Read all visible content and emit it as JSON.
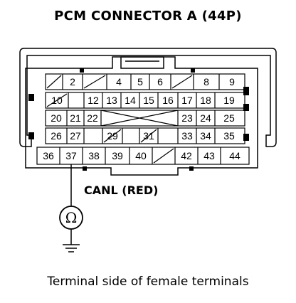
{
  "title": "PCM CONNECTOR A (44P)",
  "caption": "Terminal side of female terminals",
  "wire_label": "CANL (RED)",
  "meter_symbol": "Ω",
  "pins": {
    "p2": "2",
    "p4": "4",
    "p5": "5",
    "p6": "6",
    "p8": "8",
    "p9": "9",
    "p10": "10",
    "p12": "12",
    "p13": "13",
    "p14": "14",
    "p15": "15",
    "p16": "16",
    "p17": "17",
    "p18": "18",
    "p19": "19",
    "p20": "20",
    "p21": "21",
    "p22": "22",
    "p23": "23",
    "p24": "24",
    "p25": "25",
    "p26": "26",
    "p27": "27",
    "p29": "29",
    "p31": "31",
    "p33": "33",
    "p34": "34",
    "p35": "35",
    "p36": "36",
    "p37": "37",
    "p38": "38",
    "p39": "39",
    "p40": "40",
    "p42": "42",
    "p43": "43",
    "p44": "44"
  }
}
